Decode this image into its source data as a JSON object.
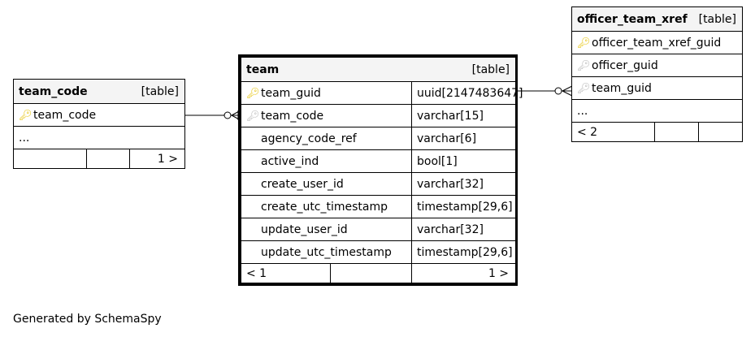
{
  "tables": {
    "team_code": {
      "name": "team_code",
      "type_tag": "[table]",
      "columns": [
        {
          "name": "team_code",
          "key": "pk"
        }
      ],
      "ellipsis": "...",
      "footer": {
        "left": "",
        "middle": "",
        "right": "1 >"
      }
    },
    "team": {
      "name": "team",
      "type_tag": "[table]",
      "columns": [
        {
          "name": "team_guid",
          "type": "uuid[2147483647]",
          "key": "pk"
        },
        {
          "name": "team_code",
          "type": "varchar[15]",
          "key": "fk"
        },
        {
          "name": "agency_code_ref",
          "type": "varchar[6]",
          "key": ""
        },
        {
          "name": "active_ind",
          "type": "bool[1]",
          "key": ""
        },
        {
          "name": "create_user_id",
          "type": "varchar[32]",
          "key": ""
        },
        {
          "name": "create_utc_timestamp",
          "type": "timestamp[29,6]",
          "key": ""
        },
        {
          "name": "update_user_id",
          "type": "varchar[32]",
          "key": ""
        },
        {
          "name": "update_utc_timestamp",
          "type": "timestamp[29,6]",
          "key": ""
        }
      ],
      "footer": {
        "left": "< 1",
        "middle": "",
        "right": "1 >"
      }
    },
    "officer_team_xref": {
      "name": "officer_team_xref",
      "type_tag": "[table]",
      "columns": [
        {
          "name": "officer_team_xref_guid",
          "key": "pk"
        },
        {
          "name": "officer_guid",
          "key": "fk"
        },
        {
          "name": "team_guid",
          "key": "fk"
        }
      ],
      "ellipsis": "...",
      "footer": {
        "left": "< 2",
        "middle": "",
        "right": ""
      }
    }
  },
  "icons": {
    "pk": "primary-key-icon",
    "fk": "foreign-key-icon"
  },
  "colors": {
    "pk": "#e5c100",
    "fk": "#b5b5b5",
    "header_bg": "#f4f4f4"
  },
  "footer_text": "Generated by SchemaSpy"
}
